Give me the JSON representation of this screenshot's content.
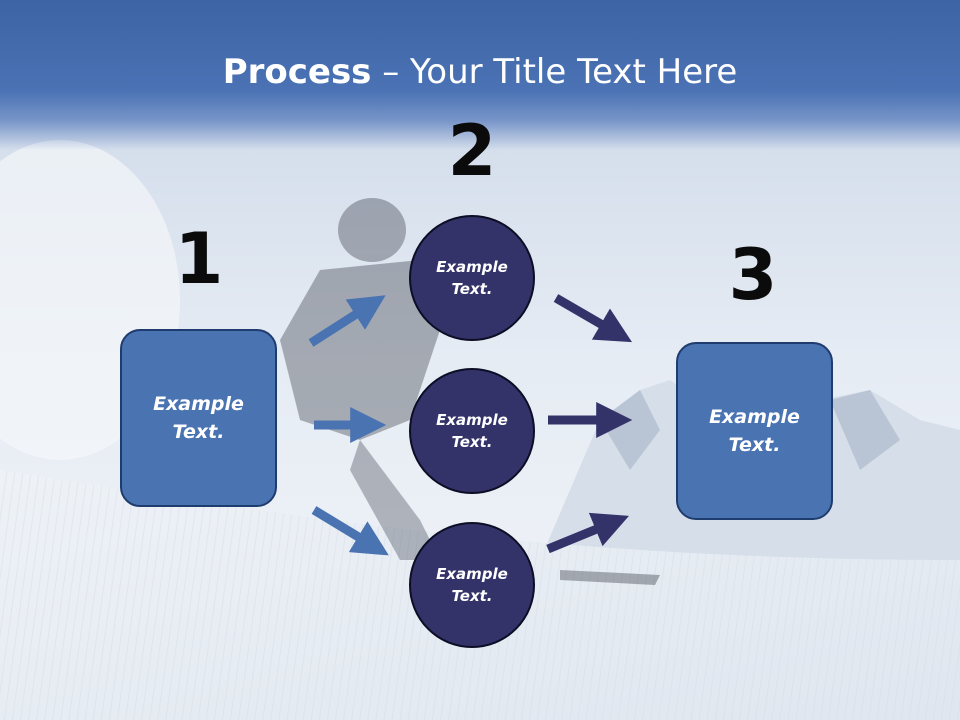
{
  "title": {
    "bold": "Process",
    "rest": " – Your Title Text Here"
  },
  "steps": [
    {
      "number": "1",
      "text": "Example Text."
    },
    {
      "number": "2",
      "items": [
        {
          "text": "Example Text."
        },
        {
          "text": "Example Text."
        },
        {
          "text": "Example Text."
        }
      ]
    },
    {
      "number": "3",
      "text": "Example Text."
    }
  ],
  "colors": {
    "title_bar": "#4a72b4",
    "box_fill": "#4a73b2",
    "circle_fill": "#33336a",
    "arrow_left": "#4a73b2",
    "arrow_right": "#33336a"
  }
}
